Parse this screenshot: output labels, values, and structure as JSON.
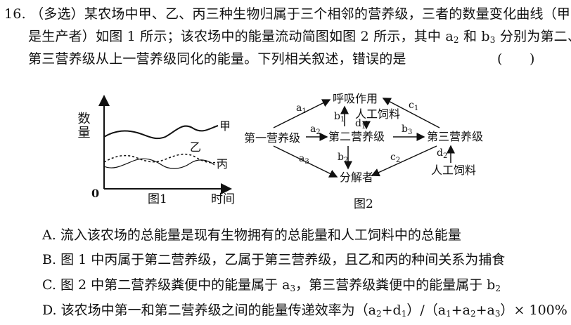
{
  "question": {
    "number": "16.",
    "line1": "（多选）某农场中甲、乙、丙三种生物归属于三个相邻的营养级，三者的数量变化曲线（甲",
    "line2_a": "是生产者）如图 1 所示；该农场中的能量流动简图如图 2 所示，其中 a",
    "line2_s1": "2",
    "line2_b": " 和 b",
    "line2_s2": "3",
    "line2_c": " 分别为第二、",
    "line3": "第三营养级从上一营养级同化的能量。下列相关叙述，错误的是",
    "answer_paren": "(　　)"
  },
  "figure1": {
    "y_label": "数量",
    "x_label": "时间",
    "origin": "0",
    "caption": "图1",
    "series": [
      "甲",
      "乙",
      "丙"
    ]
  },
  "figure2": {
    "caption": "图2",
    "nodes": {
      "respiration": "呼吸作用",
      "first_level": "第一营养级",
      "second_level": "第二营养级",
      "third_level": "第三营养级",
      "decomposer": "分解者",
      "feed_top": "人工饲料",
      "feed_bottom": "人工饲料"
    },
    "labels": {
      "a1": {
        "b": "a",
        "s": "1"
      },
      "a2": {
        "b": "a",
        "s": "2"
      },
      "a3": {
        "b": "a",
        "s": "3"
      },
      "b1": {
        "b": "b",
        "s": "1"
      },
      "b2": {
        "b": "b",
        "s": "2"
      },
      "b3": {
        "b": "b",
        "s": "3"
      },
      "c1": {
        "b": "c",
        "s": "1"
      },
      "c2": {
        "b": "c",
        "s": "2"
      },
      "d1": {
        "b": "d",
        "s": "1"
      },
      "d2": {
        "b": "d",
        "s": "2"
      }
    }
  },
  "options": {
    "A": {
      "letter": "A.",
      "text": "流入该农场的总能量是现有生物拥有的总能量和人工饲料中的总能量"
    },
    "B": {
      "letter": "B.",
      "text": "图 1 中丙属于第二营养级，乙属于第三营养级，且乙和丙的种间关系为捕食"
    },
    "C": {
      "letter": "C.",
      "t1": "图 2 中第二营养级粪便中的能量属于 a",
      "s1": "3",
      "t2": "，第三营养级粪便中的能量属于 b",
      "s2": "2"
    },
    "D": {
      "letter": "D.",
      "t1": "该农场中第一和第二营养级之间的能量传递效率为（a",
      "s1": "2",
      "t2": "+d",
      "s2": "1",
      "t3": "）/（a",
      "s3": "1",
      "t4": "+a",
      "s4": "2",
      "t5": "+a",
      "s5": "3",
      "t6": "）× 100%"
    }
  }
}
